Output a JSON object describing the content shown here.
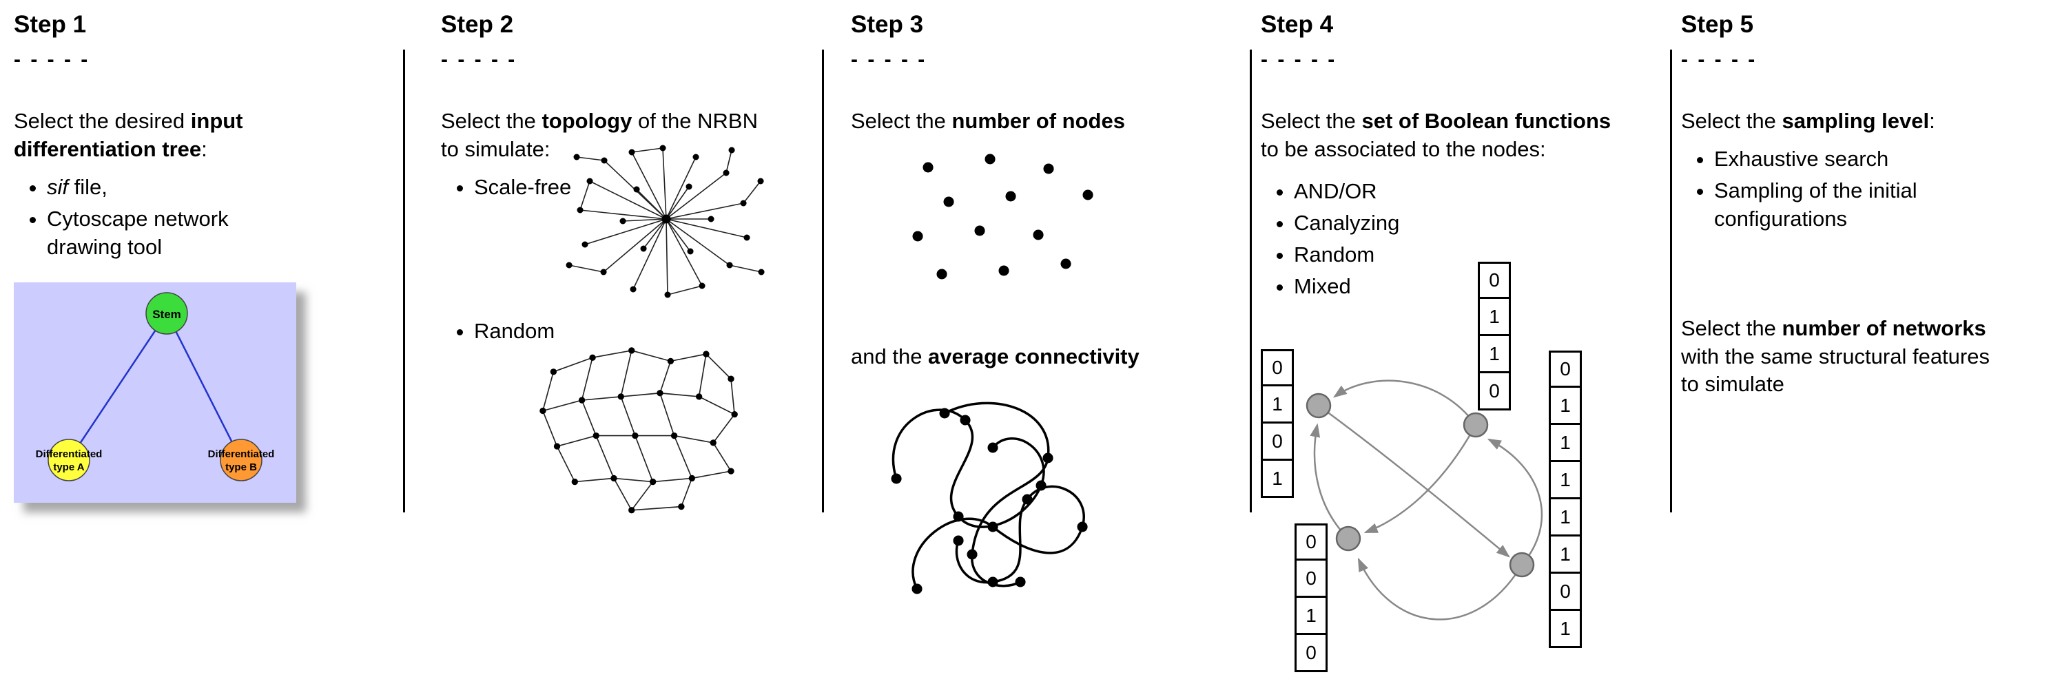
{
  "steps": [
    {
      "title": "Step 1",
      "dashes": "- - - - -",
      "intro": {
        "pre": "Select the desired ",
        "bold": "input differentiation tree",
        "post": ":"
      },
      "bullets": [
        {
          "italic": "sif",
          "text": " file,"
        },
        {
          "text": "Cytoscape network drawing tool"
        }
      ],
      "tree": {
        "stem_label": "Stem",
        "type_a_line1": "Differentiated",
        "type_a_line2": "type A",
        "type_b_line1": "Differentiated",
        "type_b_line2": "type B",
        "colors": {
          "background": "#ccccff",
          "stem": "#3ddc3d",
          "type_a": "#ffff3d",
          "type_b": "#ff9933",
          "edge": "#2233cc"
        }
      }
    },
    {
      "title": "Step 2",
      "dashes": "- - - - -",
      "intro": {
        "pre": "Select the ",
        "bold": "topology",
        "post": " of the NRBN to simulate:"
      },
      "bullets": [
        {
          "text": "Scale-free"
        },
        {
          "text": "Random"
        }
      ]
    },
    {
      "title": "Step 3",
      "dashes": "- - - - -",
      "line1": {
        "pre": "Select the ",
        "bold": "number of nodes"
      },
      "line2": {
        "pre": "and the ",
        "bold": "average connectivity"
      }
    },
    {
      "title": "Step 4",
      "dashes": "- - - - -",
      "intro": {
        "pre": "Select the ",
        "bold": "set of Boolean functions",
        "post": " to be associated to the nodes:"
      },
      "bullets": [
        {
          "text": "AND/OR"
        },
        {
          "text": "Canalyzing"
        },
        {
          "text": "Random"
        },
        {
          "text": "Mixed"
        }
      ],
      "tables": {
        "left": [
          "0",
          "1",
          "0",
          "1"
        ],
        "top": [
          "0",
          "1",
          "1",
          "0"
        ],
        "bottom_left": [
          "0",
          "0",
          "1",
          "0"
        ],
        "right": [
          "0",
          "1",
          "1",
          "1",
          "1",
          "1",
          "0",
          "1"
        ]
      }
    },
    {
      "title": "Step 5",
      "dashes": "- - - - -",
      "intro": {
        "pre": "Select the ",
        "bold": "sampling level",
        "post": ":"
      },
      "bullets": [
        {
          "text": "Exhaustive search"
        },
        {
          "text": "Sampling of the initial configurations"
        }
      ],
      "second": {
        "pre": "Select the ",
        "bold": "number of networks",
        "post": " with the same structural features to simulate"
      }
    }
  ]
}
